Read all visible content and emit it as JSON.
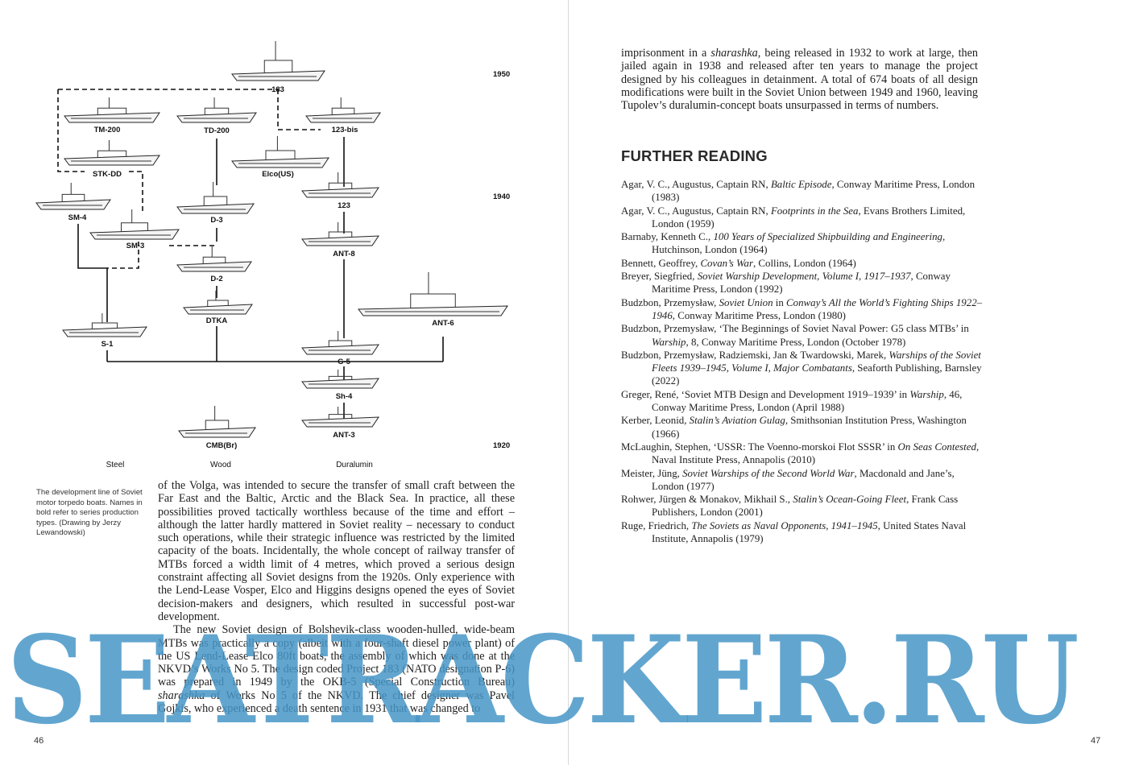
{
  "diagram": {
    "years": [
      "1950",
      "1940",
      "1920"
    ],
    "columns": [
      "Steel",
      "Wood",
      "Duralumin"
    ],
    "boats": [
      "183",
      "TM-200",
      "TD-200",
      "123-bis",
      "STK-DD",
      "Elco(US)",
      "SM-4",
      "D-3",
      "123",
      "SM-3",
      "ANT-8",
      "D-2",
      "ANT-6",
      "DTKA",
      "S-1",
      "G-5",
      "Sh-4",
      "ANT-3",
      "CMB(Br)"
    ]
  },
  "caption": "The development line of Soviet motor torpedo boats. Names in bold refer to series production types. (Drawing by Jerzy Lewandowski)",
  "left_text": [
    "of the Volga, was intended to secure the transfer of small craft between the Far East and the Baltic, Arctic and the Black Sea. In practice, all these possibilities proved tactically worthless because of the time and effort – although the latter hardly mattered in Soviet reality – necessary to conduct such operations, while their strategic influence was restricted by the limited capacity of the boats. Incidentally, the whole concept of railway transfer of MTBs forced a width limit of 4 metres, which proved a serious design constraint affecting all Soviet designs from the 1920s. Only experience with the Lend-Lease Vosper, Elco and Higgins designs opened the eyes of Soviet decision-makers and designers, which resulted in successful post-war development.",
    "The new Soviet design of Bolshevik-class wooden-hulled, wide-beam MTBs was practically a copy (albeit with a four-shaft diesel power plant) of the US Lend-Lease Elco 80ft boats, the assembly of which was done at the NKVD’s Works No 5. The design coded Project 183 (NATO designation P-6) was prepared in 1949 by the OKB-5 (Special Construction Bureau) ",
    "sharashka",
    " of Works No 5 of the NKVD. The chief designer was Pavel Gojkis, who experienced a death sentence in 1931 that was changed to"
  ],
  "right_text": [
    "imprisonment in a ",
    "sharashka",
    ", being released in 1932 to work at large, then jailed again in 1938 and released after ten years to manage the project designed by his colleagues in detainment. A total of 674 boats of all design modifications were built in the Soviet Union between 1949 and 1960, leaving Tupolev’s duralumin-concept boats unsurpassed in terms of numbers."
  ],
  "further_reading": {
    "heading": "FURTHER READING",
    "refs": [
      [
        {
          "t": "Agar, V. C., Augustus, Captain RN, "
        },
        {
          "t": "Baltic Episode",
          "i": true
        },
        {
          "t": ", Conway Maritime Press, London (1983)"
        }
      ],
      [
        {
          "t": "Agar, V. C., Augustus, Captain RN, "
        },
        {
          "t": "Footprints in the Sea",
          "i": true
        },
        {
          "t": ", Evans Brothers Limited, London (1959)"
        }
      ],
      [
        {
          "t": "Barnaby, Kenneth C., "
        },
        {
          "t": "100 Years of Specialized Shipbuilding and Engineering",
          "i": true
        },
        {
          "t": ", Hutchinson, London (1964)"
        }
      ],
      [
        {
          "t": "Bennett, Geoffrey, "
        },
        {
          "t": "Covan’s War",
          "i": true
        },
        {
          "t": ", Collins, London (1964)"
        }
      ],
      [
        {
          "t": "Breyer, Siegfried, "
        },
        {
          "t": "Soviet Warship Development, Volume I, 1917–1937",
          "i": true
        },
        {
          "t": ", Conway Maritime Press, London (1992)"
        }
      ],
      [
        {
          "t": "Budzbon, Przemysław, "
        },
        {
          "t": "Soviet Union",
          "i": true
        },
        {
          "t": " in "
        },
        {
          "t": "Conway’s All the World’s Fighting Ships 1922–1946",
          "i": true
        },
        {
          "t": ", Conway Maritime Press, London (1980)"
        }
      ],
      [
        {
          "t": "Budzbon, Przemysław, ‘The Beginnings of Soviet Naval Power: G5 class MTBs’ in "
        },
        {
          "t": "Warship",
          "i": true
        },
        {
          "t": ", 8, Conway Maritime Press, London (October 1978)"
        }
      ],
      [
        {
          "t": "Budzbon, Przemysław, Radziemski, Jan & Twardowski, Marek, "
        },
        {
          "t": "Warships of the Soviet Fleets 1939–1945, Volume I, Major Combatants",
          "i": true
        },
        {
          "t": ", Seaforth Publishing, Barnsley (2022)"
        }
      ],
      [
        {
          "t": "Greger, René, ‘Soviet MTB Design and Development 1919–1939’ in "
        },
        {
          "t": "Warship",
          "i": true
        },
        {
          "t": ", 46, Conway Maritime Press, London (April 1988)"
        }
      ],
      [
        {
          "t": "Kerber, Leonid, "
        },
        {
          "t": "Stalin’s Aviation Gulag",
          "i": true
        },
        {
          "t": ", Smithsonian Institution Press, Washington (1966)"
        }
      ],
      [
        {
          "t": "McLaughin, Stephen, ‘USSR: The Voenno-morskoi Flot SSSR’ in "
        },
        {
          "t": "On Seas Contested",
          "i": true
        },
        {
          "t": ", Naval Institute Press, Annapolis (2010)"
        }
      ],
      [
        {
          "t": "Meister, Jüng, "
        },
        {
          "t": "Soviet Warships of the Second World War",
          "i": true
        },
        {
          "t": ", Macdonald and Jane’s, London (1977)"
        }
      ],
      [
        {
          "t": "Rohwer, Jürgen & Monakov, Mikhail S., "
        },
        {
          "t": "Stalin’s Ocean-Going Fleet",
          "i": true
        },
        {
          "t": ", Frank Cass Publishers, London (2001)"
        }
      ],
      [
        {
          "t": "Ruge, Friedrich, "
        },
        {
          "t": "The Soviets as Naval Opponents, 1941–1945",
          "i": true
        },
        {
          "t": ", United States Naval Institute, Annapolis (1979)"
        }
      ]
    ]
  },
  "page_numbers": {
    "left": "46",
    "right": "47"
  },
  "watermark": "SEATRACKER.RU"
}
